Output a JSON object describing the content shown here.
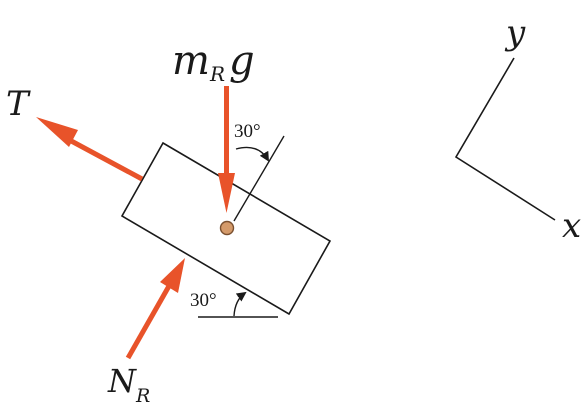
{
  "forces": {
    "weight": {
      "symbol": "m",
      "subscript": "R",
      "tail": "g"
    },
    "tension": {
      "symbol": "T"
    },
    "normal": {
      "symbol": "N",
      "subscript": "R"
    }
  },
  "angles": {
    "top": "30°",
    "bottom": "30°"
  },
  "axes": {
    "x_label": "x",
    "y_label": "y"
  },
  "colors": {
    "force_arrow": "#e8532a",
    "center_dot": "#d49a6a",
    "outline": "#1a1a1a"
  }
}
